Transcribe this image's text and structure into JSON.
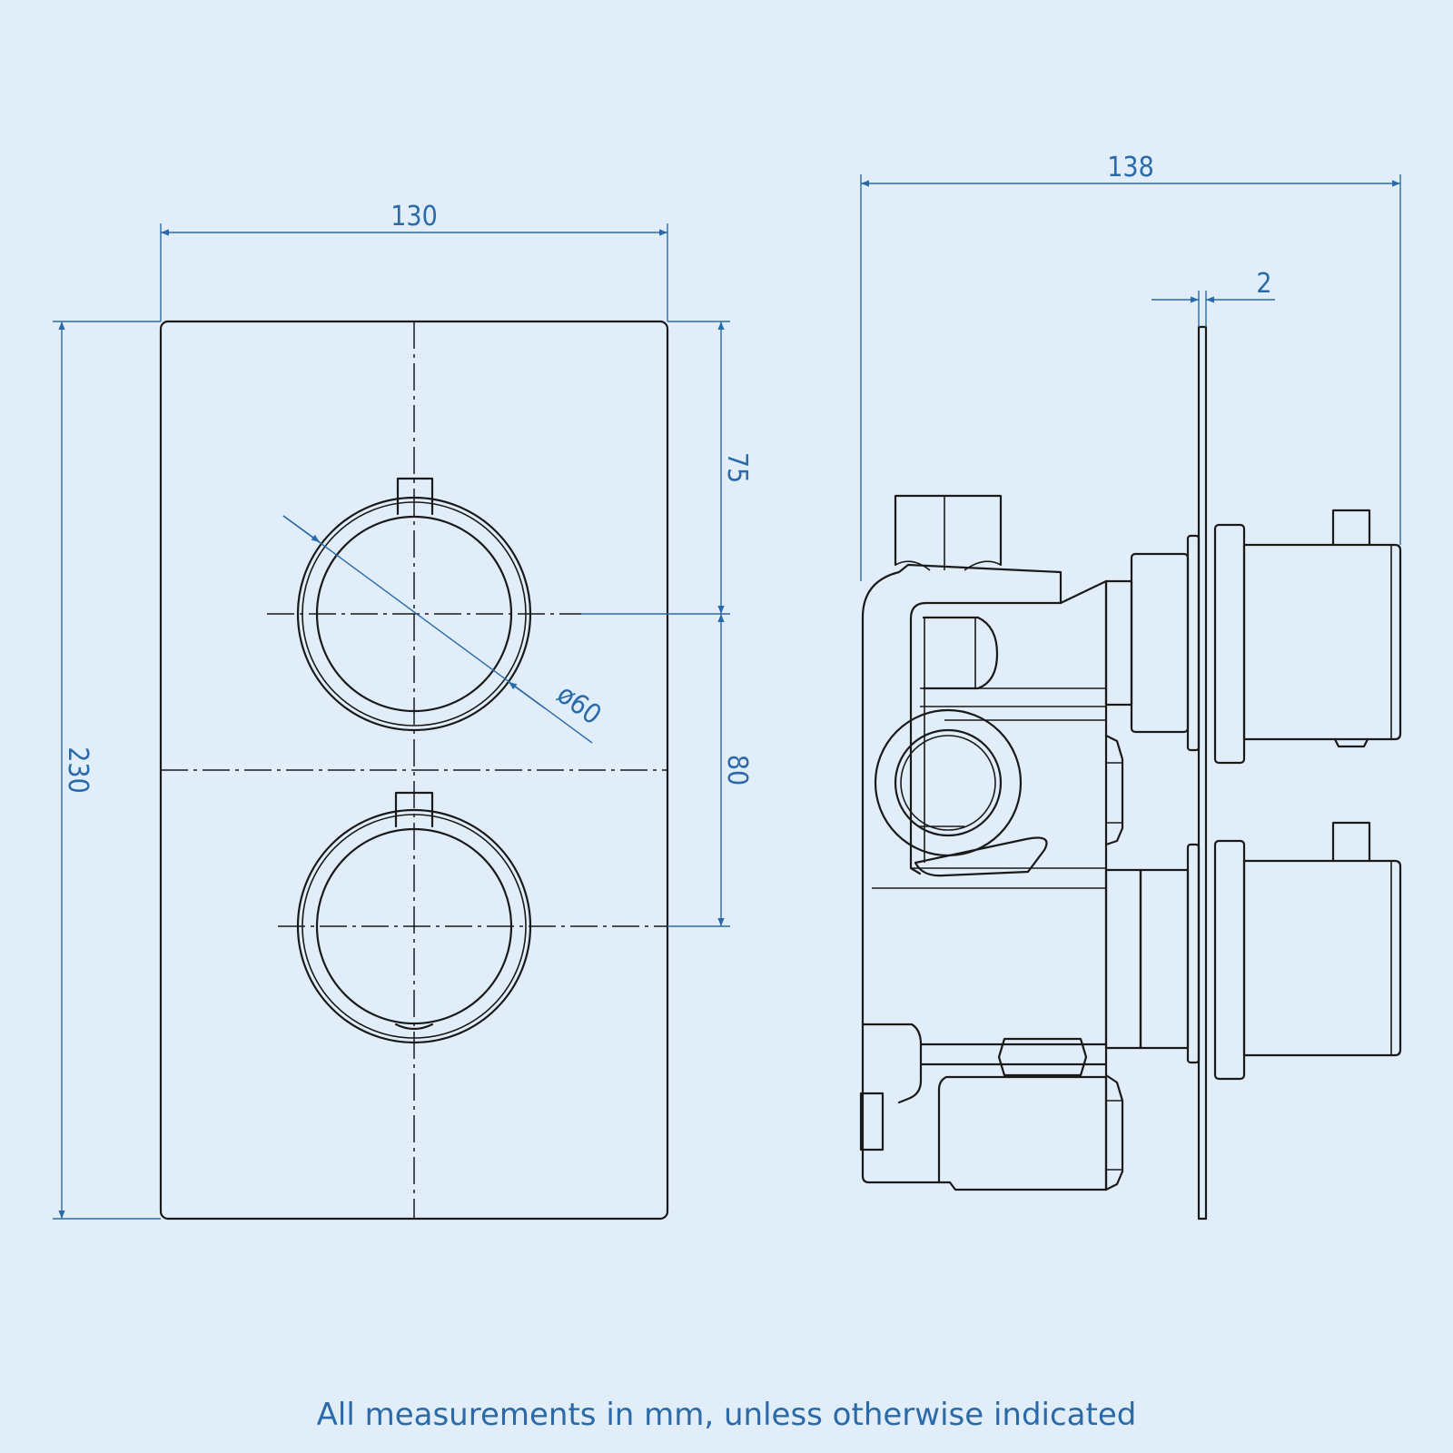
{
  "dimensions": {
    "front_width": "130",
    "front_height": "230",
    "top_to_upper_knob": "75",
    "knob_spacing": "80",
    "knob_diameter": "ø60",
    "side_depth": "138",
    "plate_thickness": "2"
  },
  "footnote": "All measurements in mm, unless otherwise indicated",
  "colors": {
    "background": "#e1eef9",
    "dimension": "#2b6aa8",
    "outline": "#1a1a1a"
  }
}
